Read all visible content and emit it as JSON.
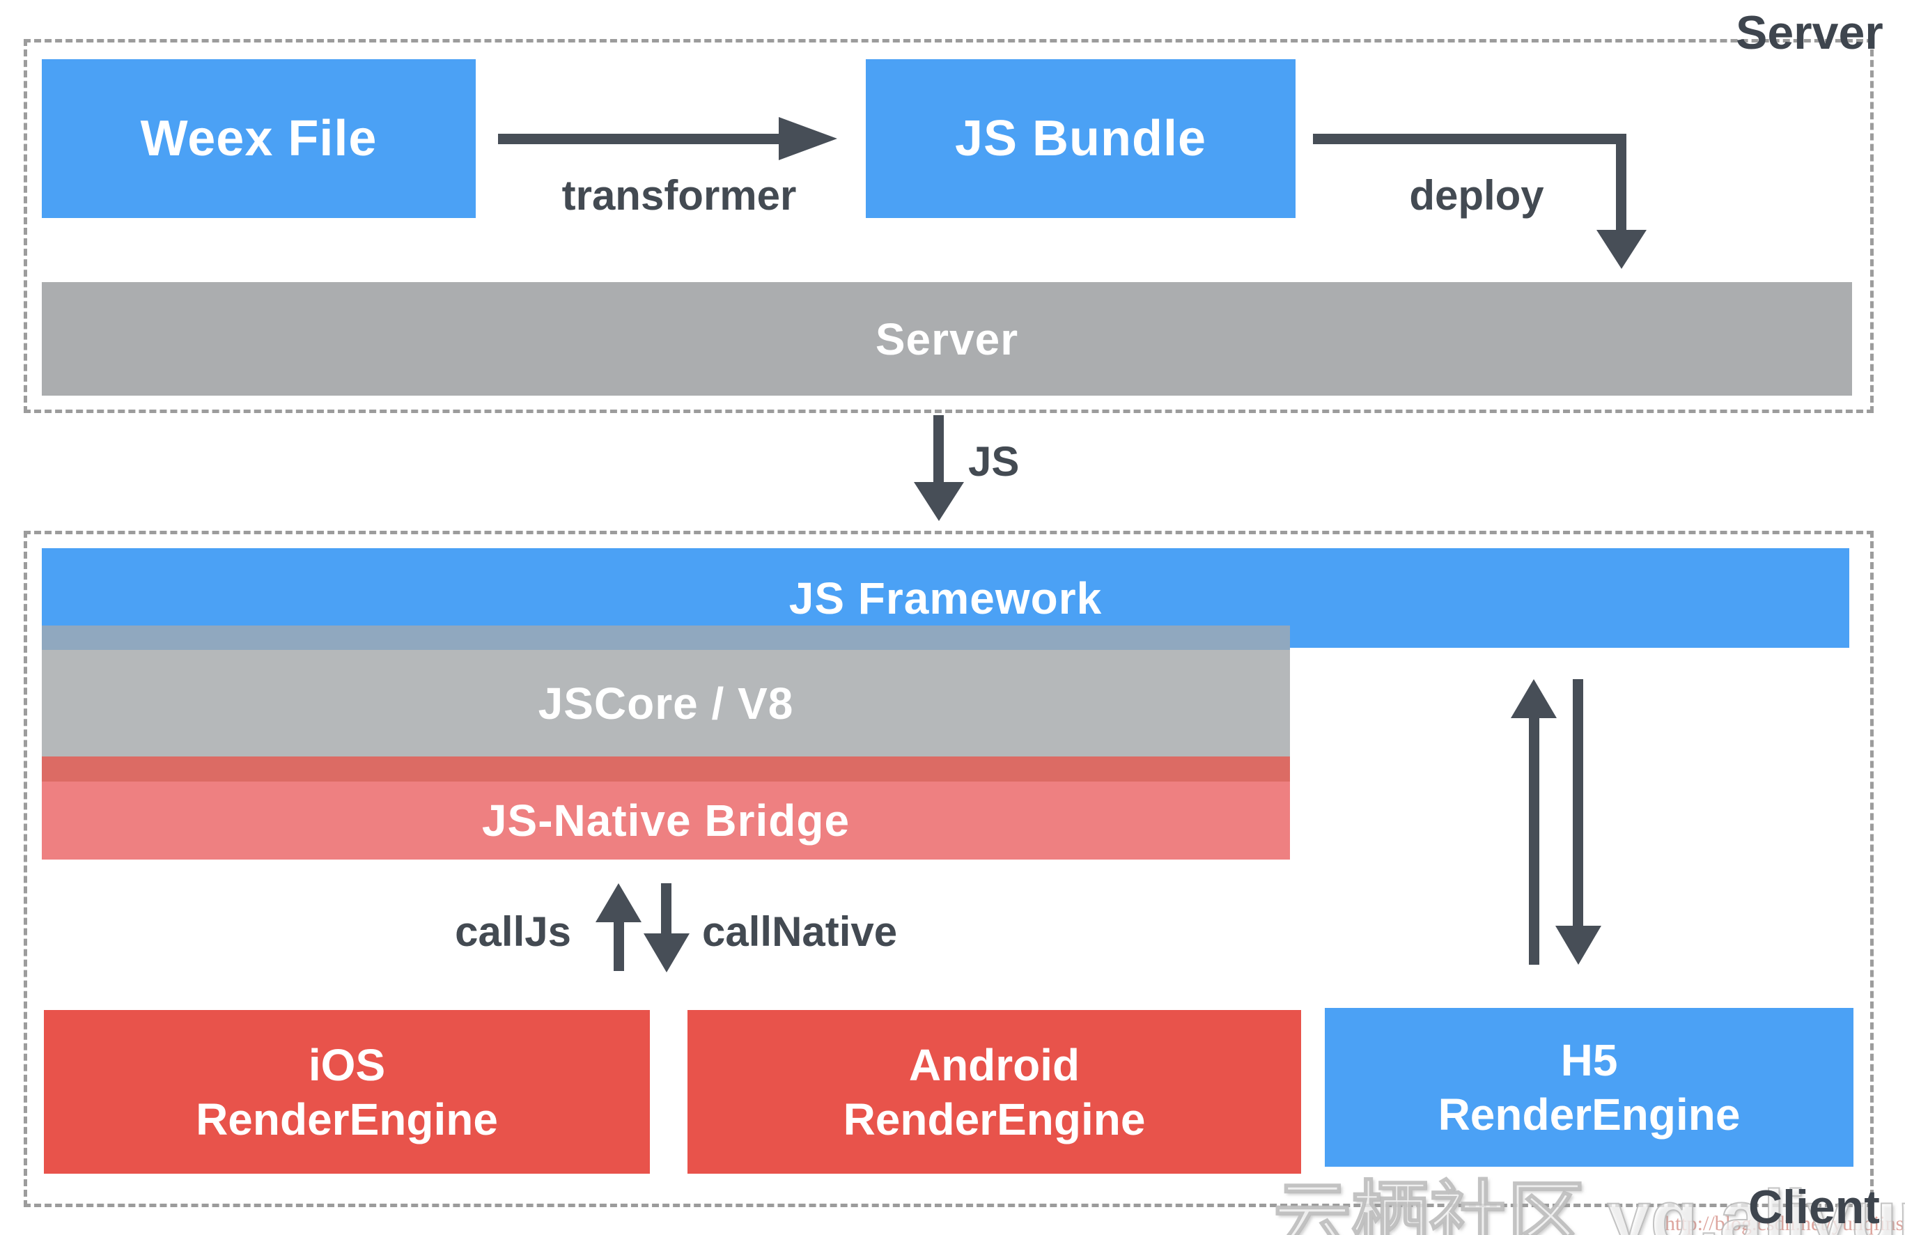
{
  "server_section": {
    "corner_label": "Server",
    "boxes": {
      "weex_file": "Weex File",
      "js_bundle": "JS Bundle",
      "server_bar": "Server"
    },
    "arrows": {
      "transformer": "transformer",
      "deploy": "deploy"
    }
  },
  "flow": {
    "js_label": "JS"
  },
  "client_section": {
    "corner_label": "Client",
    "layers": {
      "js_framework": "JS Framework",
      "js_core": "JSCore / V8",
      "bridge": "JS-Native Bridge"
    },
    "bridge_arrows": {
      "call_js": "callJs",
      "call_native": "callNative"
    },
    "engines": {
      "ios": {
        "line1": "iOS",
        "line2": "RenderEngine"
      },
      "android": {
        "line1": "Android",
        "line2": "RenderEngine"
      },
      "h5": {
        "line1": "H5",
        "line2": "RenderEngine"
      }
    }
  },
  "watermark": {
    "main": "云栖社区 yq.aliyun.com",
    "url": "http://blog.csdn.net/yunqiinsight"
  },
  "colors": {
    "blue": "#4BA1F5",
    "server_gray": "#ABADAF",
    "core_gray": "#B5B8BA",
    "core_blue_overlap": "#90A8BF",
    "bridge_salmon": "#EE8081",
    "bridge_dark_overlap": "#DC6B64",
    "engine_red": "#E8534B",
    "arrow_dark": "#474E57",
    "label_dark": "#434A52",
    "border_gray": "#9C9C9C"
  }
}
